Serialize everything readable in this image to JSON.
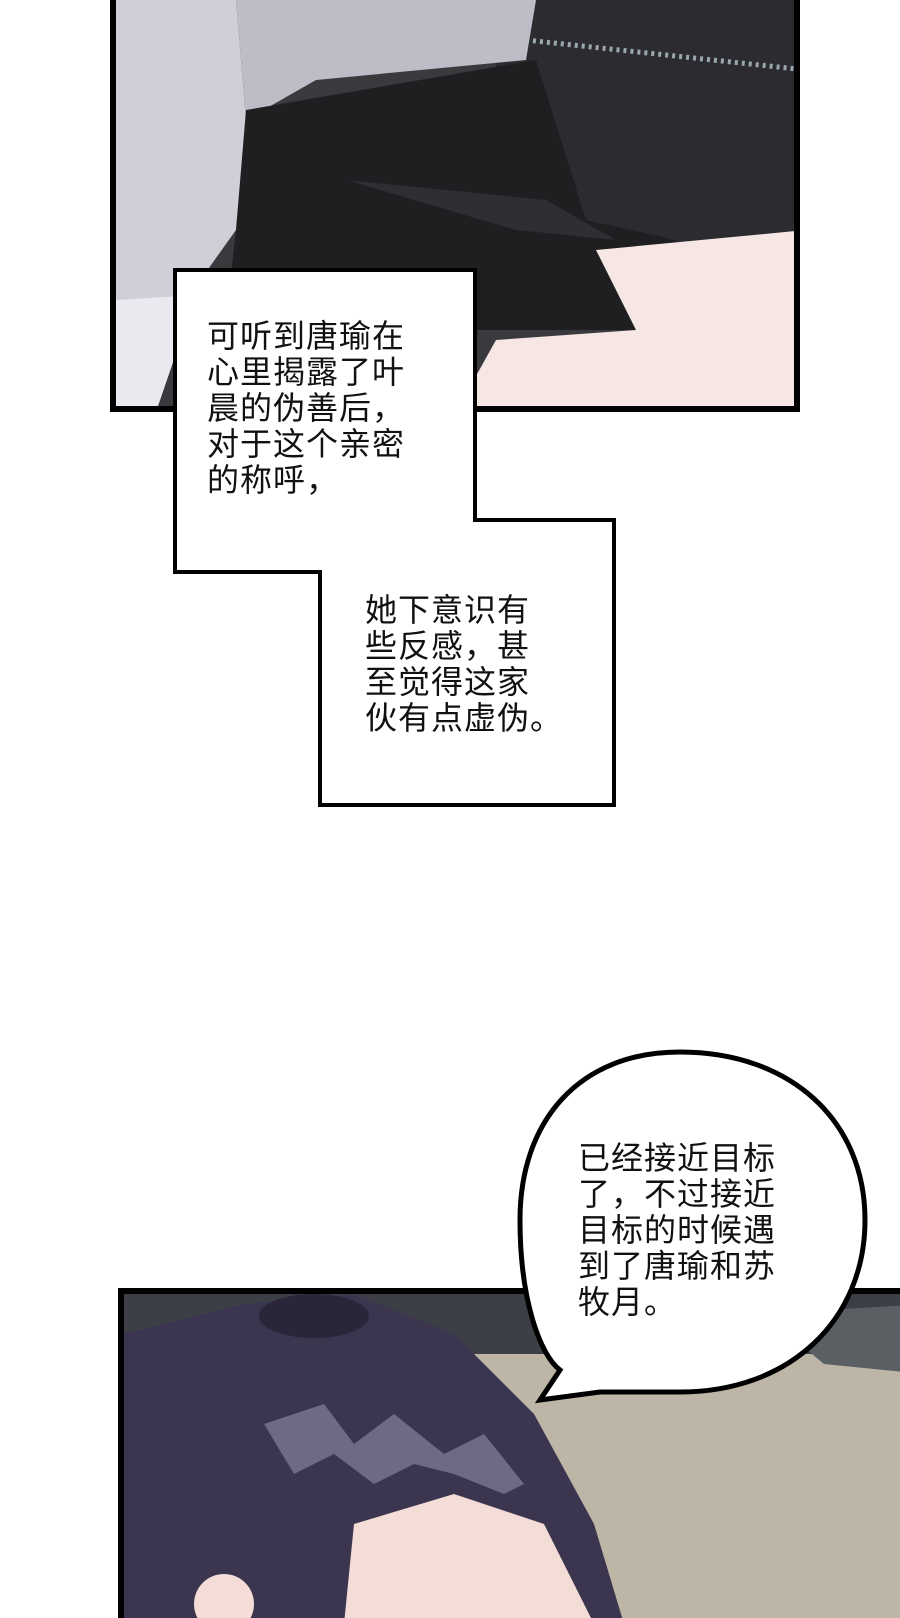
{
  "captions": {
    "first": "可听到唐瑜在\n心里揭露了叶\n晨的伪善后，\n对于这个亲密\n的称呼，",
    "second": "她下意识有\n些反感，甚\n至觉得这家\n伙有点虚伪。"
  },
  "speech_bubble": {
    "text": "已经接近目标\n了，不过接近\n目标的时候遇\n到了唐瑜和苏\n牧月。"
  },
  "colors": {
    "border": "#000000",
    "background": "#ffffff",
    "skirt": "#1f1f22",
    "shirt": "#c9c9d2",
    "skin": "#f6e7e4",
    "hair": "#3b3550"
  }
}
